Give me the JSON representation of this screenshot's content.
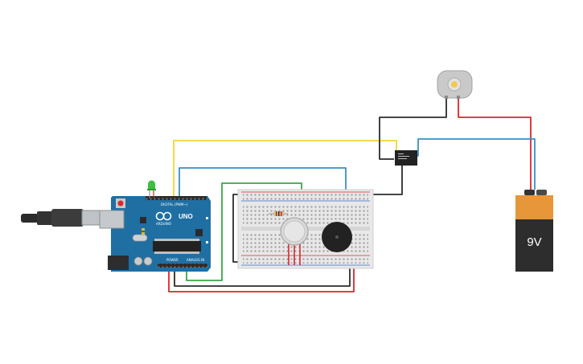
{
  "battery": {
    "label": "9V"
  },
  "arduino": {
    "model_label": "UNO",
    "brand_label": "ARDUINO",
    "power_label": "POWER",
    "analog_label": "ANALOG IN",
    "digital_label": "DIGITAL (PWM~)"
  },
  "colors": {
    "wire_red": "#d8272e",
    "wire_black": "#2b2b2b",
    "wire_yellow": "#f5d431",
    "wire_blue": "#3a8fc4",
    "wire_green": "#3aa546",
    "arduino_blue": "#1f6fa3",
    "breadboard": "#e8e8e8",
    "battery_orange": "#e8963a",
    "battery_black": "#2d2d2d",
    "motor_gray": "#c9c9c9",
    "motor_shaft": "#f2c94c",
    "led_green": "#3fbf3f"
  },
  "components": [
    {
      "name": "arduino-uno",
      "icon": "arduino-board"
    },
    {
      "name": "usb-cable",
      "icon": "usb-plug"
    },
    {
      "name": "breadboard",
      "icon": "breadboard"
    },
    {
      "name": "gas-sensor",
      "icon": "gas-sensor"
    },
    {
      "name": "piezo-buzzer",
      "icon": "buzzer"
    },
    {
      "name": "relay-module",
      "icon": "relay"
    },
    {
      "name": "dc-motor",
      "icon": "motor"
    },
    {
      "name": "battery-9v",
      "icon": "battery"
    },
    {
      "name": "green-led",
      "icon": "led"
    },
    {
      "name": "resistor",
      "icon": "resistor"
    }
  ]
}
